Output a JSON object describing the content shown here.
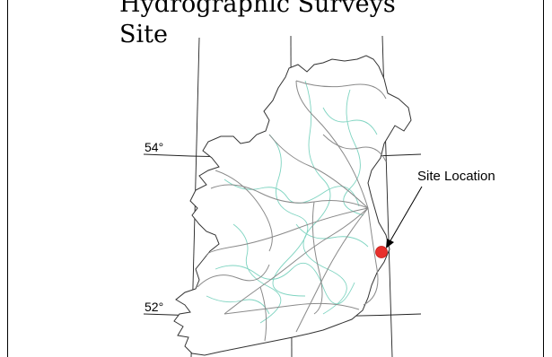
{
  "title_lines": [
    "Hydrographic Surveys",
    "Site"
  ],
  "latitude_labels": [
    "54°",
    "52°"
  ],
  "site_label": "Site Location",
  "colors": {
    "graticule": "#222222",
    "coastline": "#333333",
    "roads": "#8a8a8a",
    "rivers": "#7fd4c1",
    "site_marker": "#e8302c"
  }
}
